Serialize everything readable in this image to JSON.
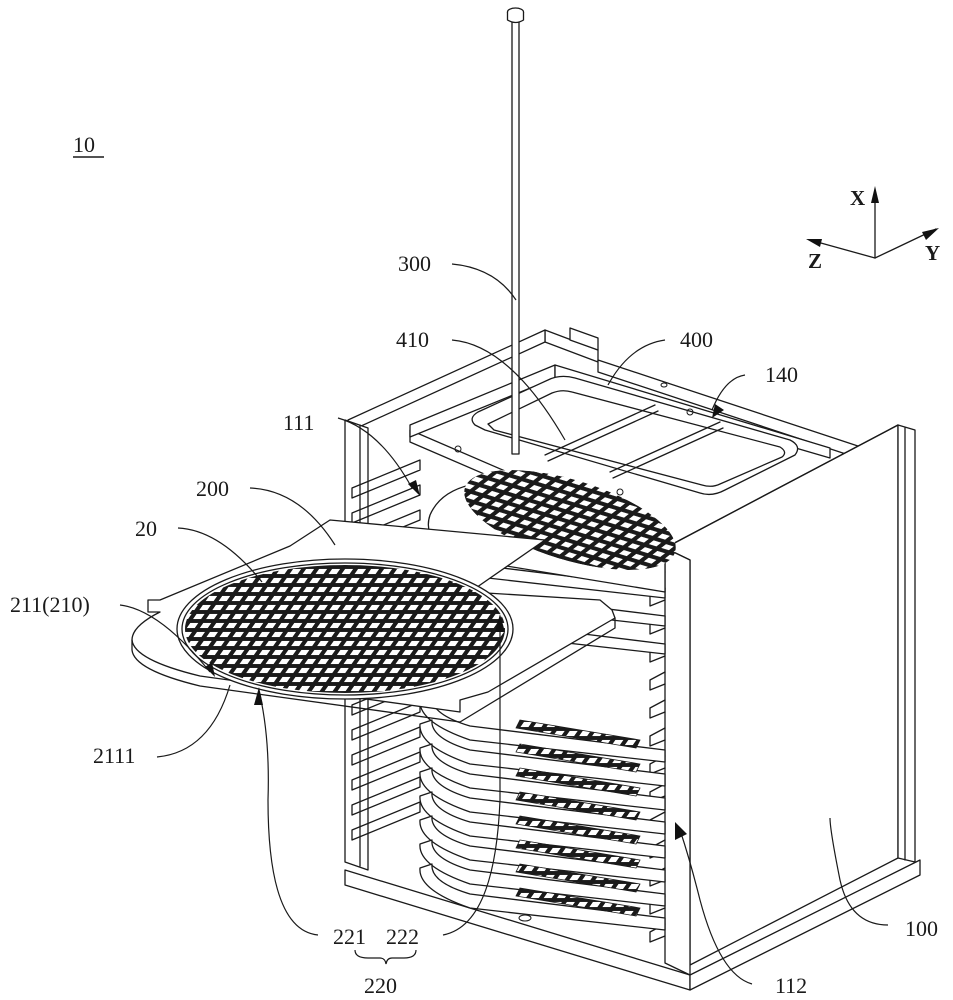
{
  "figure": {
    "figure_ref": "10",
    "axes": {
      "x": "X",
      "y": "Y",
      "z": "Z"
    },
    "labels": {
      "l300": "300",
      "l410": "410",
      "l400": "400",
      "l140": "140",
      "l111": "111",
      "l200": "200",
      "l20": "20",
      "l211": "211(210)",
      "l2111": "2111",
      "l221": "221",
      "l222": "222",
      "l220": "220",
      "l112": "112",
      "l100": "100"
    },
    "slot_count_right": 14,
    "stacked_trays": 8
  }
}
